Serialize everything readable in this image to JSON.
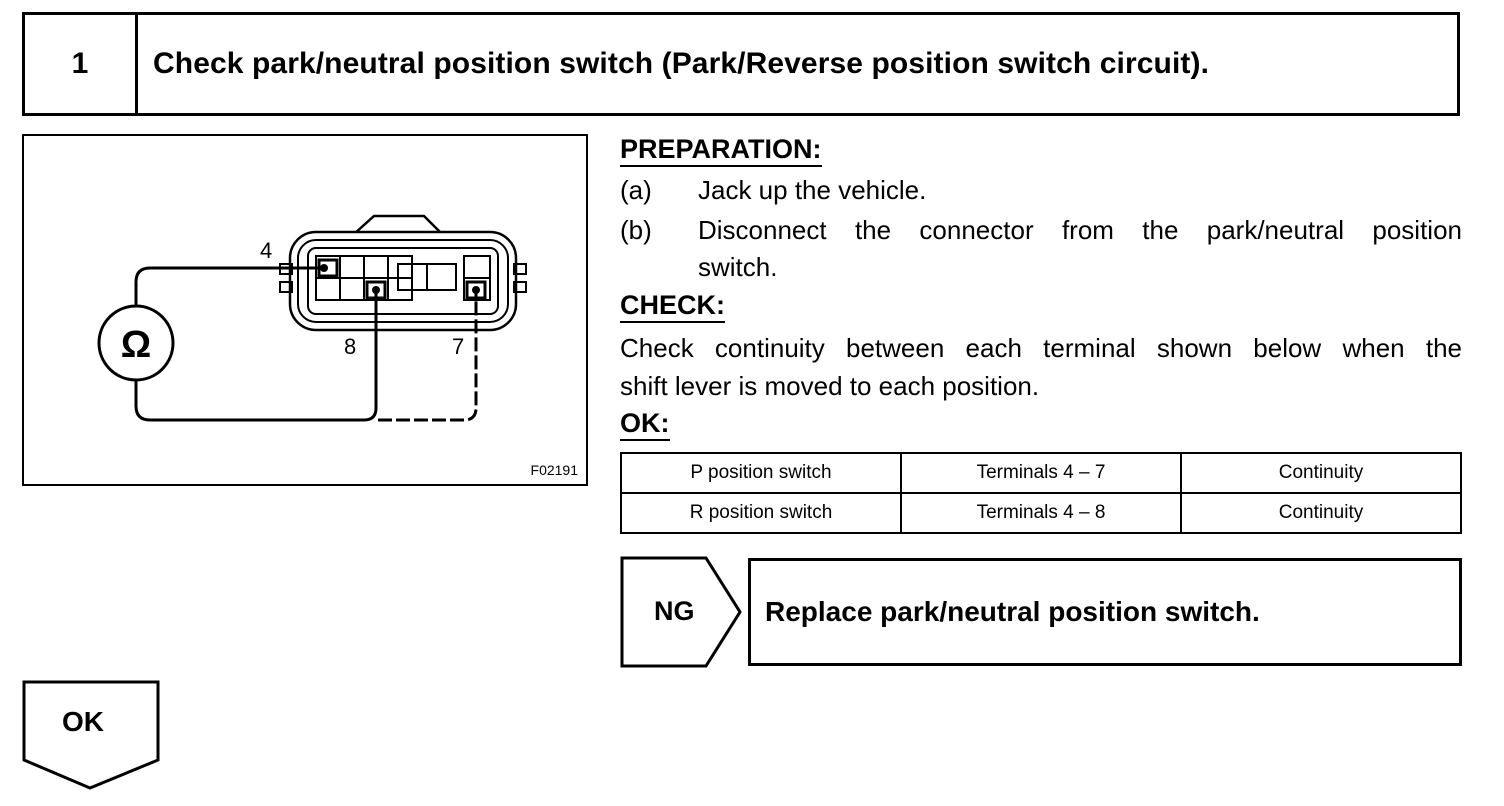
{
  "header": {
    "step_number": "1",
    "title": "Check park/neutral position switch (Park/Reverse position switch circuit)."
  },
  "figure": {
    "ohm_symbol": "Ω",
    "terminal_4": "4",
    "terminal_8": "8",
    "terminal_7": "7",
    "figure_id": "F02191"
  },
  "preparation": {
    "heading": "PREPARATION:",
    "steps": [
      {
        "tag": "(a)",
        "text": "Jack up the vehicle."
      },
      {
        "tag": "(b)",
        "text_line1": "Disconnect the connector from the park/neutral position",
        "text_line2": "switch."
      }
    ]
  },
  "check": {
    "heading": "CHECK:",
    "text_line1": "Check continuity between each terminal shown below when the",
    "text_line2": "shift lever is moved to each position."
  },
  "ok": {
    "heading": "OK:",
    "table": [
      [
        "P position switch",
        "Terminals 4 – 7",
        "Continuity"
      ],
      [
        "R position switch",
        "Terminals 4 – 8",
        "Continuity"
      ]
    ]
  },
  "ng": {
    "label": "NG",
    "action": "Replace park/neutral position switch."
  },
  "ok_flow": {
    "label": "OK"
  }
}
